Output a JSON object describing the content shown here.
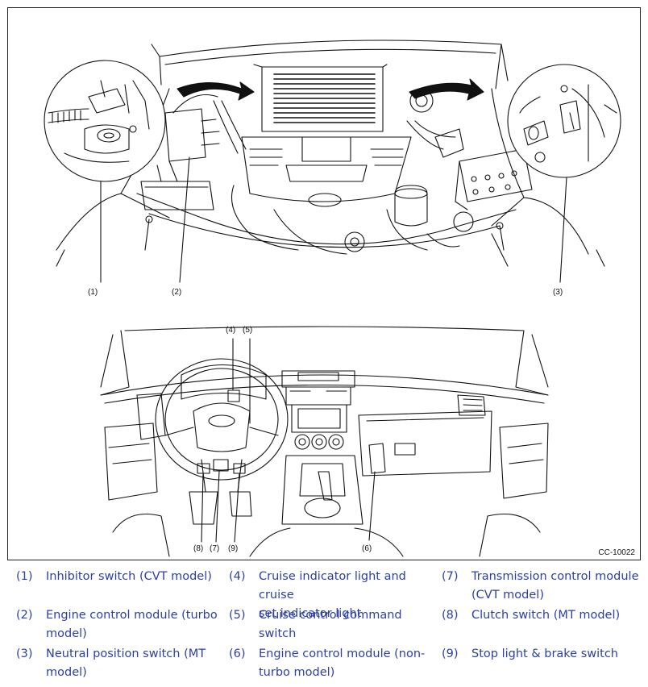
{
  "figure": {
    "id": "CC-10022",
    "callouts_top": [
      "(1)",
      "(2)",
      "(3)"
    ],
    "callouts_bottom": [
      "(4)",
      "(5)",
      "(6)",
      "(7)",
      "(8)",
      "(9)"
    ]
  },
  "legend": [
    {
      "num": "(1)",
      "line1": "Inhibitor switch (CVT model)",
      "line2": ""
    },
    {
      "num": "(2)",
      "line1": "Engine control module (turbo",
      "line2": "model)"
    },
    {
      "num": "(3)",
      "line1": "Neutral position switch (MT",
      "line2": "model)"
    },
    {
      "num": "(4)",
      "line1": "Cruise indicator light and cruise",
      "line2": "set indicator light"
    },
    {
      "num": "(5)",
      "line1": "Cruise control command switch",
      "line2": ""
    },
    {
      "num": "(6)",
      "line1": "Engine control module (non-",
      "line2": "turbo model)"
    },
    {
      "num": "(7)",
      "line1": "Transmission control module",
      "line2": "(CVT model)"
    },
    {
      "num": "(8)",
      "line1": "Clutch switch (MT model)",
      "line2": ""
    },
    {
      "num": "(9)",
      "line1": "Stop light & brake switch",
      "line2": ""
    }
  ],
  "colors": {
    "legend_text": "#2b3fa6",
    "line_art": "#111111"
  }
}
